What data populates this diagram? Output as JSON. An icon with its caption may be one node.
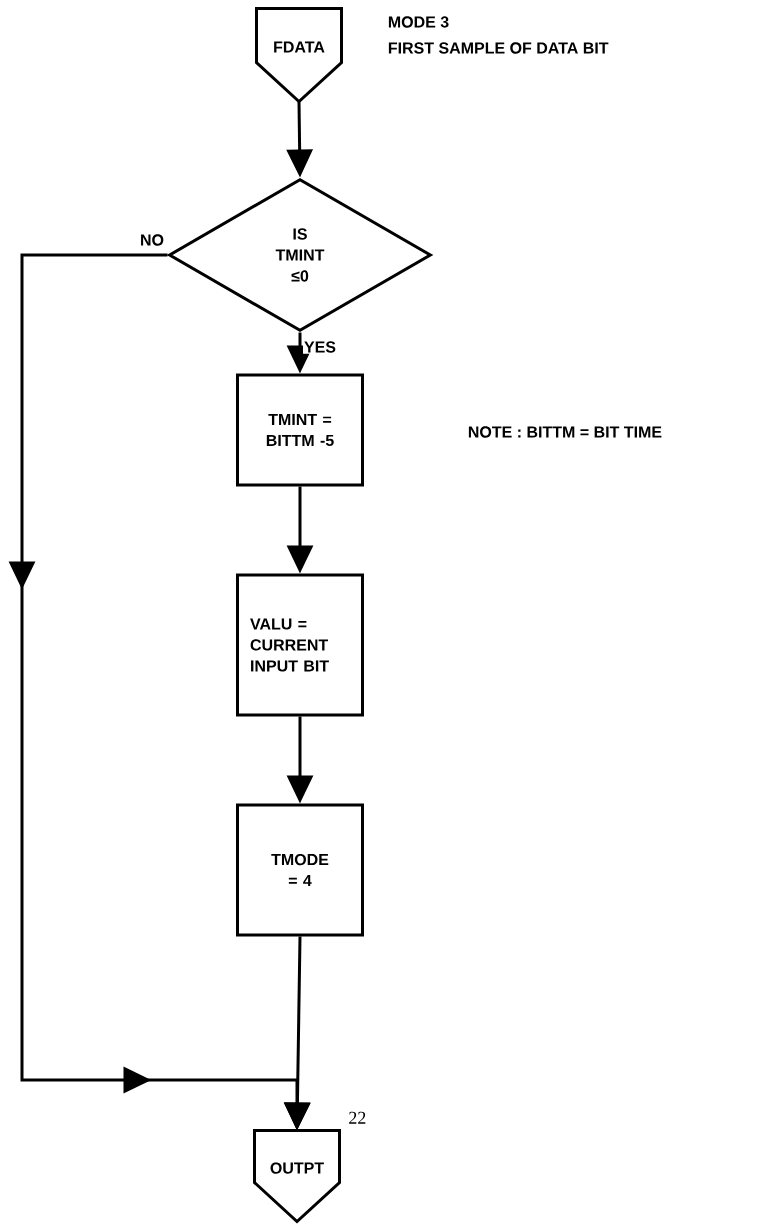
{
  "diagram": {
    "nodes": [
      {
        "text": [
          "FDATA"
        ]
      },
      {
        "text": [
          "IS TMINT ≤0"
        ]
      },
      {
        "text": [
          "TMINT = BITTM -5"
        ]
      },
      {
        "text": [
          "VALU = CURRENT INPUT BIT"
        ]
      },
      {
        "text": [
          "TMODE = 4"
        ]
      },
      {
        "text": [
          "OUTPT"
        ],
        "beside": [
          "22"
        ]
      }
    ],
    "edges": [
      {
        "from": 0,
        "to": 1,
        "arrow": "to"
      },
      {
        "from": 1,
        "to": 2,
        "arrow": "to",
        "label": "YES"
      },
      {
        "from": 2,
        "to": 3,
        "arrow": "to"
      },
      {
        "from": 3,
        "to": 4,
        "arrow": "to"
      },
      {
        "from": 4,
        "to": 5,
        "arrow": "to"
      },
      {
        "from": 1,
        "to": 5,
        "arrow": "to",
        "label": "NO"
      }
    ],
    "labels": [
      "MODE 3",
      "FIRST SAMPLE OF DATA BIT",
      "NOTE : BITTM = BIT TIME"
    ]
  }
}
